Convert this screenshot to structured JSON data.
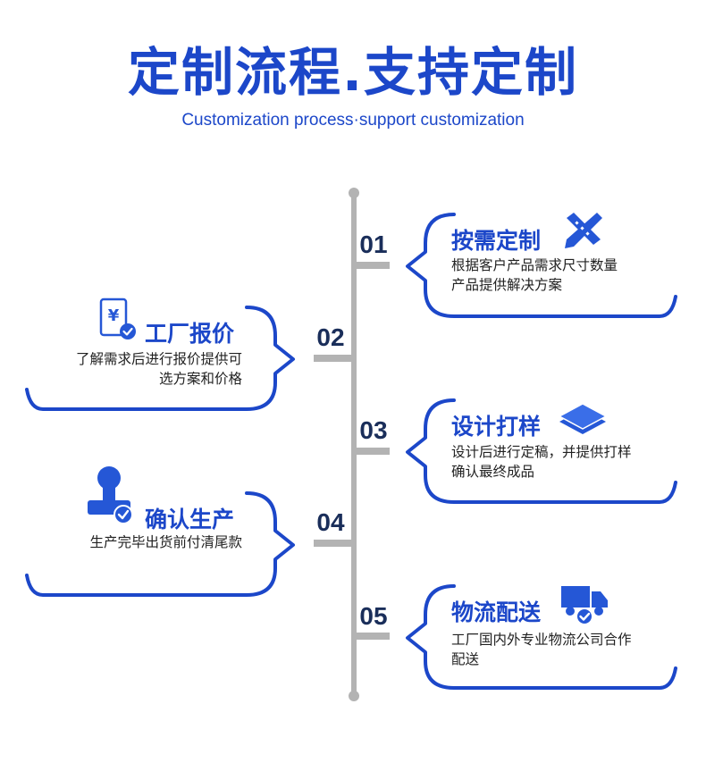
{
  "title": "定制流程.支持定制",
  "subtitle": "Customization process·support customization",
  "colors": {
    "primary": "#1c47c9",
    "icon": "#2557d6",
    "timeline": "#b3b3b3",
    "number": "#1a2e5a"
  },
  "steps": [
    {
      "number": "01",
      "title": "按需定制",
      "desc": [
        "根据客户产品需求尺寸数量",
        "产品提供解决方案"
      ],
      "icon": "pencil-ruler-icon"
    },
    {
      "number": "02",
      "title": "工厂报价",
      "desc": [
        "了解需求后进行报价提供可",
        "选方案和价格"
      ],
      "icon": "price-document-icon"
    },
    {
      "number": "03",
      "title": "设计打样",
      "desc": [
        "设计后进行定稿，并提供打样",
        "确认最终成品"
      ],
      "icon": "layers-icon"
    },
    {
      "number": "04",
      "title": "确认生产",
      "desc": [
        "生产完毕出货前付清尾款"
      ],
      "icon": "stamp-icon"
    },
    {
      "number": "05",
      "title": "物流配送",
      "desc": [
        "工厂国内外专业物流公司合作",
        "配送"
      ],
      "icon": "delivery-truck-icon"
    }
  ]
}
